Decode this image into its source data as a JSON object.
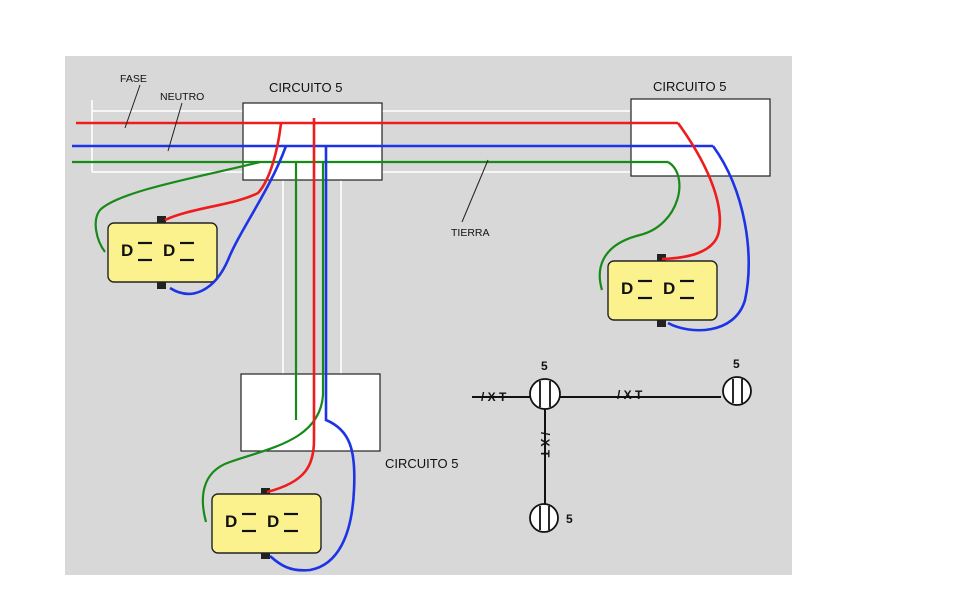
{
  "labels": {
    "fase": "FASE",
    "neutro": "NEUTRO",
    "tierra": "TIERRA",
    "circuit_top_center": "CIRCUITO 5",
    "circuit_top_right": "CIRCUITO 5",
    "circuit_bottom": "CIRCUITO 5"
  },
  "outlets": [
    {
      "left": "D",
      "right": "D"
    },
    {
      "left": "D",
      "right": "D"
    },
    {
      "left": "D",
      "right": "D"
    }
  ],
  "symbol": {
    "conductor_marks": "/ X T",
    "node_labels": [
      "5",
      "5",
      "5"
    ]
  },
  "colors": {
    "panel_background": "#d8d8d8",
    "phase_wire": "#ee1c1c",
    "neutral_wire": "#1c34e6",
    "ground_wire": "#188a18",
    "outlet_fill": "#fbf28e",
    "box_fill": "#ffffff"
  }
}
